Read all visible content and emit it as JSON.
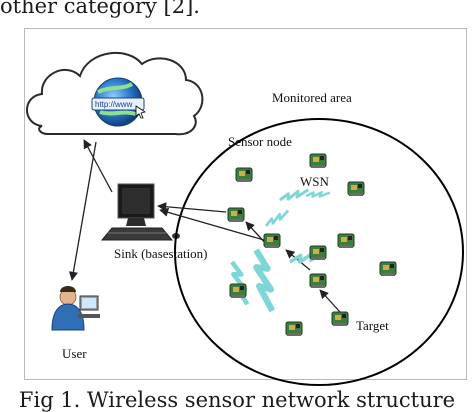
{
  "page": {
    "top_text": "other category [2].",
    "caption": "Fig 1. Wireless sensor network structure"
  },
  "diagram": {
    "labels": {
      "monitored_area": "Monitored area",
      "sensor_node": "Sensor node",
      "wsn": "WSN",
      "sink": "Sink (basestation)",
      "target": "Target",
      "user": "User"
    },
    "browser_text": "http://www",
    "colors": {
      "cloud_stroke": "#2b2b2b",
      "globe_blue": "#2a77c9",
      "link_cyan": "#7fd6d6",
      "node_green": "#3f7d3f",
      "arrow": "#222222"
    },
    "icons": [
      "cloud-icon",
      "globe-icon",
      "computer-icon",
      "user-icon",
      "sensor-node-icon",
      "wireless-link-icon"
    ]
  }
}
